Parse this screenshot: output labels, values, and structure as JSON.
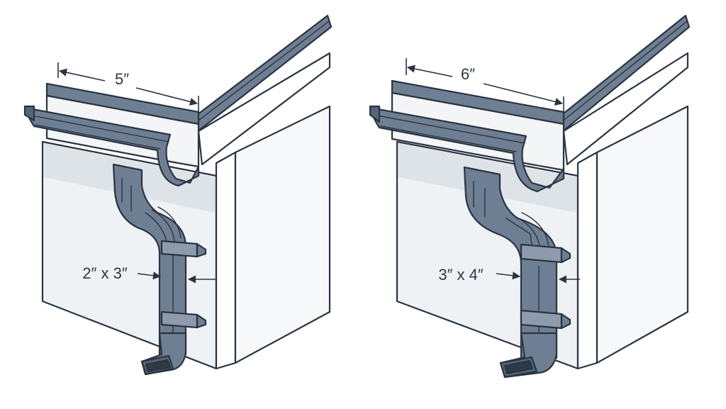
{
  "colors": {
    "metal": "#6f7f93",
    "metal_dark": "#56657a",
    "metal_light": "#8d9bad",
    "wall_front": "#eff2f5",
    "wall_shadow": "#dee3e8",
    "wall_side": "#f7f8fa",
    "outline": "#2a3440"
  },
  "panels": [
    {
      "id": "left",
      "gutter_size": "5″",
      "downspout_size": "2″ x 3″"
    },
    {
      "id": "right",
      "gutter_size": "6″",
      "downspout_size": "3″ x 4″"
    }
  ]
}
